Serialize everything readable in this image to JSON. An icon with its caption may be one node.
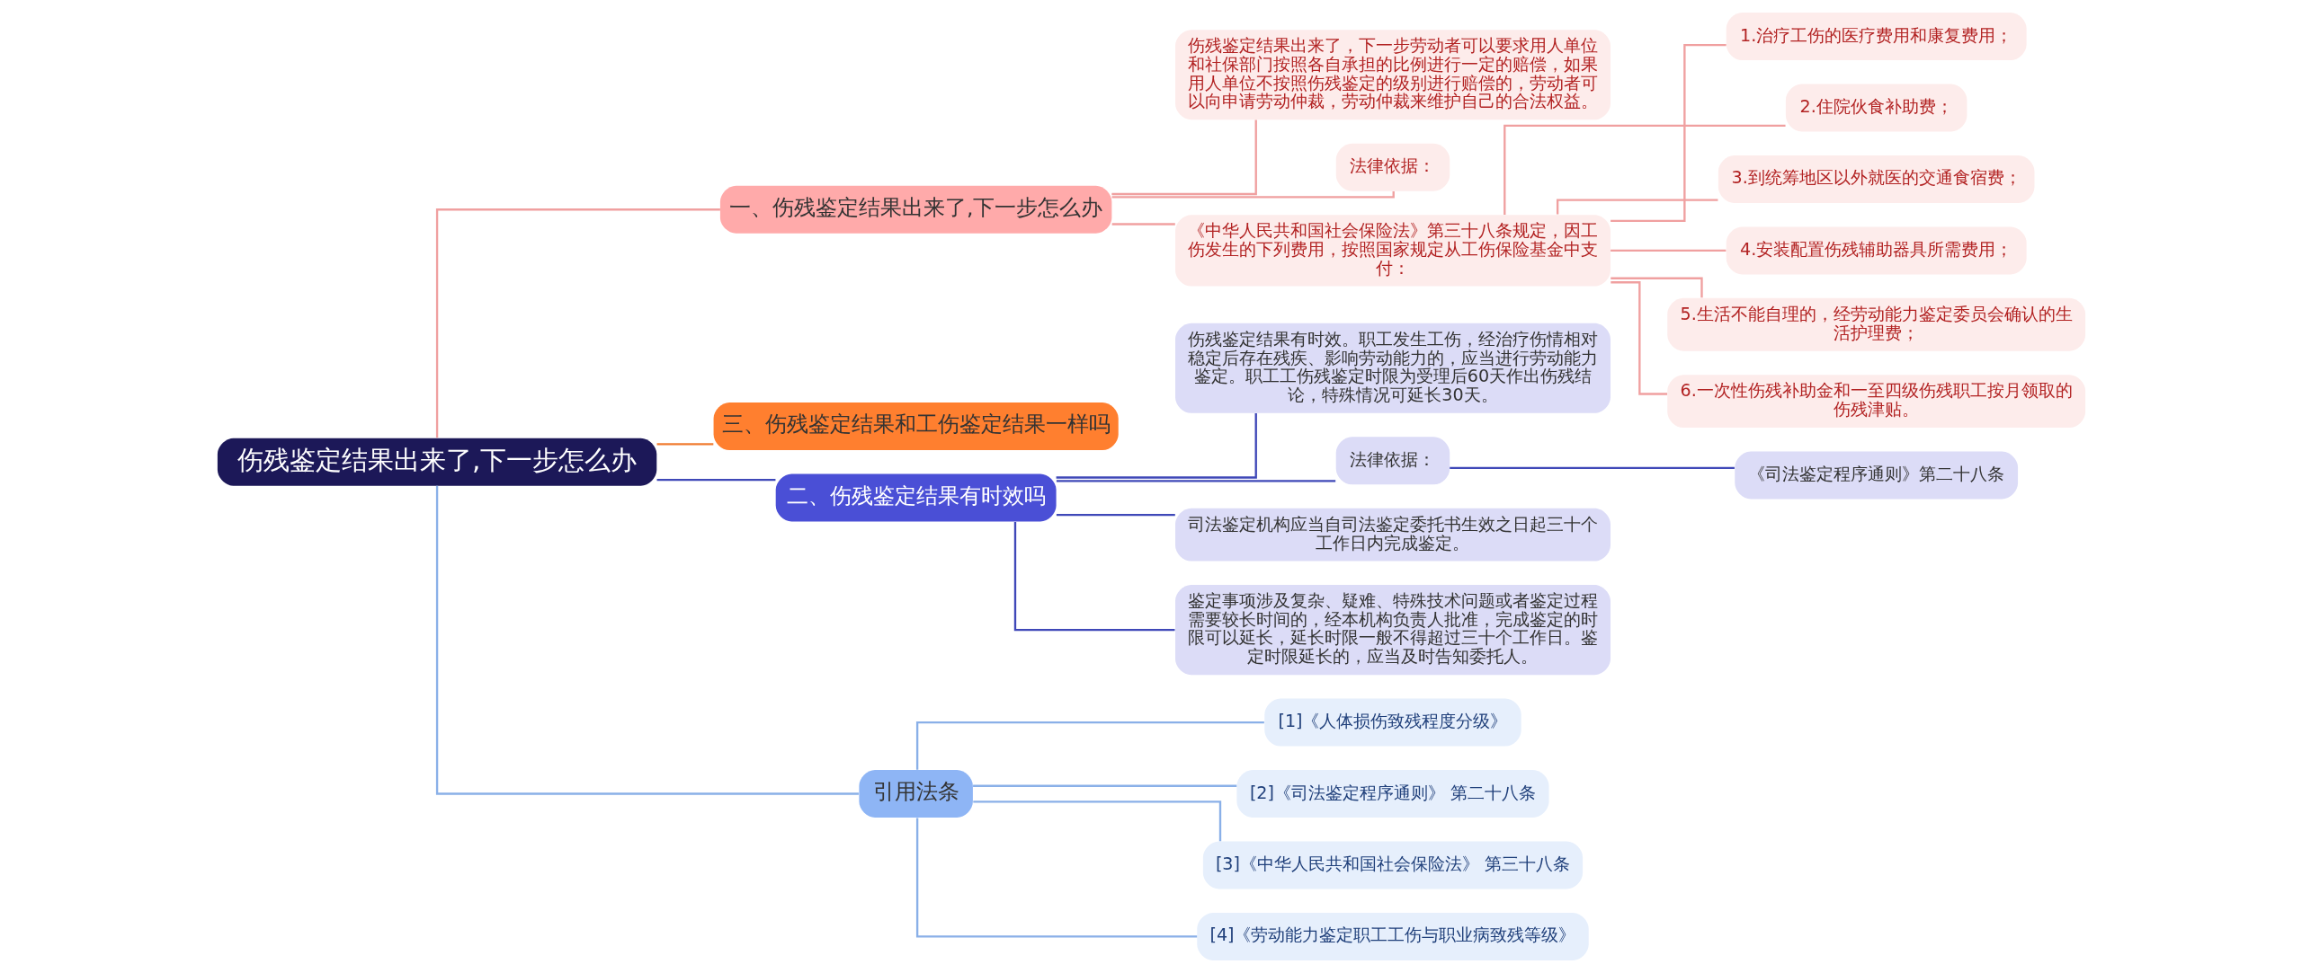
{
  "diagram": {
    "nodes": [
      {
        "text": [
          "伤残鉴定结果出来了,下一步怎么办"
        ]
      },
      {
        "text": [
          "一、伤残鉴定结果出来了,下一步怎么办"
        ]
      },
      {
        "text": [
          "伤残鉴定结果出来了，下一步劳动者可以要求用人单位和社保部门按照各自承担的比例进行一定的赔偿，如果用人单位不按照伤残鉴定的级别进行赔偿的，劳动者可以向申请劳动仲裁，劳动仲裁来维护自己的合法权益。"
        ]
      },
      {
        "text": [
          "法律依据："
        ]
      },
      {
        "text": [
          "《中华人民共和国社会保险法》第三十八条规定，因工伤发生的下列费用，按照国家规定从工伤保险基金中支付："
        ]
      },
      {
        "text": [
          "1.治疗工伤的医疗费用和康复费用；"
        ]
      },
      {
        "text": [
          "2.住院伙食补助费；"
        ]
      },
      {
        "text": [
          "3.到统筹地区以外就医的交通食宿费；"
        ]
      },
      {
        "text": [
          "4.安装配置伤残辅助器具所需费用；"
        ]
      },
      {
        "text": [
          "5.生活不能自理的，经劳动能力鉴定委员会确认的生活护理费；"
        ]
      },
      {
        "text": [
          "6.一次性伤残补助金和一至四级伤残职工按月领取的伤残津贴。"
        ]
      },
      {
        "text": [
          "三、伤残鉴定结果和工伤鉴定结果一样吗"
        ]
      },
      {
        "text": [
          "二、伤残鉴定结果有时效吗"
        ]
      },
      {
        "text": [
          "伤残鉴定结果有时效。职工发生工伤，经治疗伤情相对稳定后存在残疾、影响劳动能力的，应当进行劳动能力鉴定。职工工伤残鉴定时限为受理后60天作出伤残结论，特殊情况可延长30天。"
        ]
      },
      {
        "text": [
          "法律依据："
        ]
      },
      {
        "text": [
          "《司法鉴定程序通则》第二十八条"
        ]
      },
      {
        "text": [
          "司法鉴定机构应当自司法鉴定委托书生效之日起三十个工作日内完成鉴定。"
        ]
      },
      {
        "text": [
          "鉴定事项涉及复杂、疑难、特殊技术问题或者鉴定过程需要较长时间的，经本机构负责人批准，完成鉴定的时限可以延长，延长时限一般不得超过三十个工作日。鉴定时限延长的，应当及时告知委托人。"
        ]
      },
      {
        "text": [
          "引用法条"
        ]
      },
      {
        "text": [
          "[1]《人体损伤致残程度分级》"
        ]
      },
      {
        "text": [
          "[2]《司法鉴定程序通则》 第二十八条"
        ]
      },
      {
        "text": [
          "[3]《中华人民共和国社会保险法》 第三十八条"
        ]
      },
      {
        "text": [
          "[4]《劳动能力鉴定职工工伤与职业病致残等级》"
        ]
      }
    ],
    "edges": [
      {
        "from": 0,
        "to": 1,
        "arrow": "none"
      },
      {
        "from": 1,
        "to": 2,
        "arrow": "none"
      },
      {
        "from": 1,
        "to": 3,
        "arrow": "none"
      },
      {
        "from": 1,
        "to": 4,
        "arrow": "none"
      },
      {
        "from": 4,
        "to": 5,
        "arrow": "none"
      },
      {
        "from": 4,
        "to": 6,
        "arrow": "none"
      },
      {
        "from": 4,
        "to": 7,
        "arrow": "none"
      },
      {
        "from": 4,
        "to": 8,
        "arrow": "none"
      },
      {
        "from": 4,
        "to": 9,
        "arrow": "none"
      },
      {
        "from": 4,
        "to": 10,
        "arrow": "none"
      },
      {
        "from": 0,
        "to": 11,
        "arrow": "none",
        "color": "#f07c30"
      },
      {
        "from": 0,
        "to": 12,
        "arrow": "none",
        "color": "#3f48b8"
      },
      {
        "from": 12,
        "to": 13,
        "arrow": "none",
        "color": "#3f48b8"
      },
      {
        "from": 12,
        "to": 14,
        "arrow": "none",
        "color": "#3f48b8"
      },
      {
        "from": 14,
        "to": 15,
        "arrow": "none",
        "color": "#3f48b8"
      },
      {
        "from": 12,
        "to": 16,
        "arrow": "none",
        "color": "#3f48b8"
      },
      {
        "from": 12,
        "to": 17,
        "arrow": "none",
        "color": "#3f48b8"
      },
      {
        "from": 0,
        "to": 18,
        "arrow": "none",
        "color": "#8ab0e8"
      },
      {
        "from": 18,
        "to": 19,
        "arrow": "none",
        "color": "#8ab0e8"
      },
      {
        "from": 18,
        "to": 20,
        "arrow": "none",
        "color": "#8ab0e8"
      },
      {
        "from": 18,
        "to": 21,
        "arrow": "none",
        "color": "#8ab0e8"
      },
      {
        "from": 18,
        "to": 22,
        "arrow": "none",
        "color": "#8ab0e8"
      }
    ]
  }
}
